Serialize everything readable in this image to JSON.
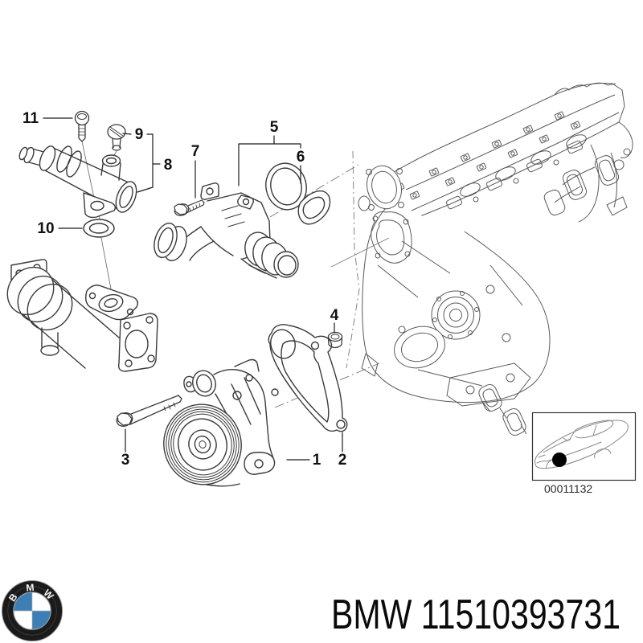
{
  "diagram": {
    "callouts": [
      {
        "label": "1"
      },
      {
        "label": "2"
      },
      {
        "label": "3"
      },
      {
        "label": "4"
      },
      {
        "label": "5"
      },
      {
        "label": "6"
      },
      {
        "label": "7"
      },
      {
        "label": "8"
      },
      {
        "label": "9"
      },
      {
        "label": "10"
      },
      {
        "label": "11"
      }
    ],
    "car_box": {
      "code": "00011132"
    }
  },
  "footer": {
    "part_text": "BMW 11510393731",
    "logo": {
      "name": "bmw-roundel",
      "letters": [
        "B",
        "M",
        "W"
      ]
    }
  },
  "colors": {
    "background": "#ffffff",
    "line_art": "#3a3a3a",
    "engine_line": "#5a5a5a",
    "label_text": "#101010",
    "bmw_blue": "#3d7fb4",
    "logo_black": "#1b1b1b"
  }
}
